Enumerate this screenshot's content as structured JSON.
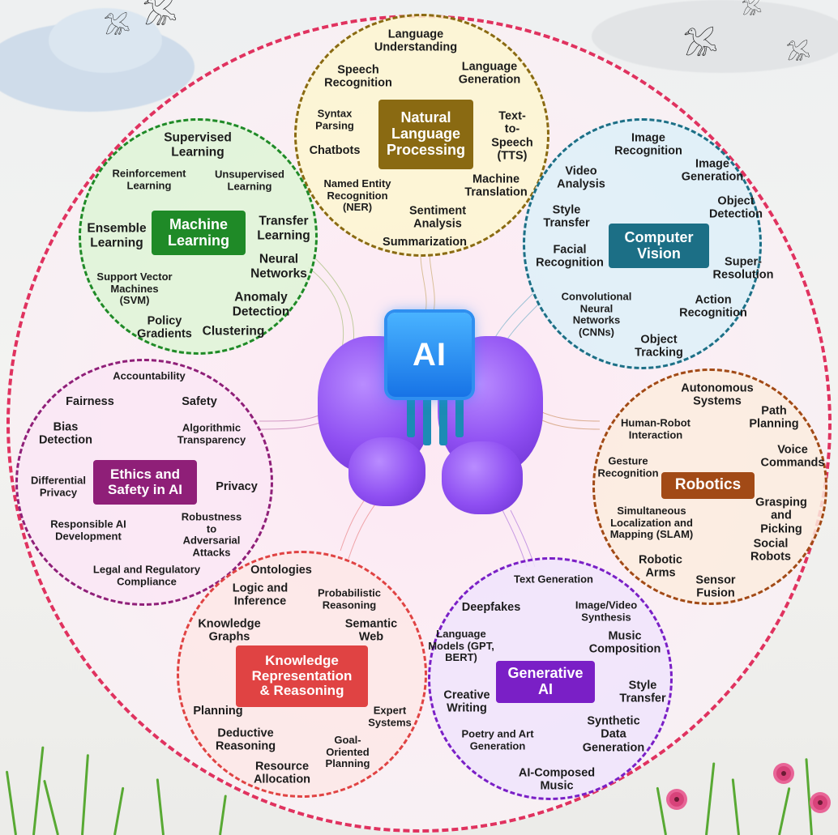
{
  "center": {
    "label": "AI"
  },
  "clusters": {
    "nlp": {
      "title": "Natural\nLanguage\nProcessing",
      "items": [
        "Language\nUnderstanding",
        "Speech\nRecognition",
        "Language\nGeneration",
        "Syntax\nParsing",
        "Text-to-\nSpeech\n(TTS)",
        "Chatbots",
        "Machine\nTranslation",
        "Named Entity\nRecognition\n(NER)",
        "Sentiment\nAnalysis",
        "Summarization"
      ]
    },
    "ml": {
      "title": "Machine\nLearning",
      "items": [
        "Supervised\nLearning",
        "Reinforcement\nLearning",
        "Unsupervised\nLearning",
        "Ensemble\nLearning",
        "Transfer\nLearning",
        "Neural\nNetworks",
        "Support Vector\nMachines\n(SVM)",
        "Anomaly\nDetection",
        "Policy\nGradients",
        "Clustering"
      ]
    },
    "cv": {
      "title": "Computer\nVision",
      "items": [
        "Image\nRecognition",
        "Video\nAnalysis",
        "Image\nGeneration",
        "Style\nTransfer",
        "Object\nDetection",
        "Facial\nRecognition",
        "Super-\nResolution",
        "Convolutional\nNeural\nNetworks\n(CNNs)",
        "Action\nRecognition",
        "Object\nTracking"
      ]
    },
    "ethics": {
      "title": "Ethics and\nSafety in AI",
      "items": [
        "Accountability",
        "Fairness",
        "Safety",
        "Bias\nDetection",
        "Algorithmic\nTransparency",
        "Differential\nPrivacy",
        "Privacy",
        "Responsible AI\nDevelopment",
        "Robustness to\nAdversarial\nAttacks",
        "Legal and Regulatory\nCompliance"
      ]
    },
    "robotics": {
      "title": "Robotics",
      "items": [
        "Autonomous\nSystems",
        "Human-Robot\nInteraction",
        "Path\nPlanning",
        "Voice\nCommands",
        "Gesture\nRecognition",
        "Simultaneous\nLocalization and\nMapping (SLAM)",
        "Grasping\nand Picking",
        "Social\nRobots",
        "Robotic\nArms",
        "Sensor\nFusion"
      ]
    },
    "kr": {
      "title": "Knowledge\nRepresentation\n& Reasoning",
      "items": [
        "Ontologies",
        "Logic and\nInference",
        "Probabilistic\nReasoning",
        "Knowledge\nGraphs",
        "Semantic\nWeb",
        "Planning",
        "Expert\nSystems",
        "Deductive\nReasoning",
        "Goal-\nOriented\nPlanning",
        "Resource\nAllocation"
      ]
    },
    "gen": {
      "title": "Generative\nAI",
      "items": [
        "Text Generation",
        "Deepfakes",
        "Image/Video\nSynthesis",
        "Language\nModels (GPT,\nBERT)",
        "Music\nComposition",
        "Creative\nWriting",
        "Style\nTransfer",
        "Poetry and Art\nGeneration",
        "Synthetic Data\nGeneration",
        "AI-Composed\nMusic"
      ]
    }
  },
  "colors": {
    "outer_ring": "#e0325f",
    "ml": "#1f8a27",
    "nlp": "#8a6a12",
    "cv": "#1c6f86",
    "ethics": "#8f1f78",
    "robotics": "#a24a16",
    "kr": "#e04343",
    "gen": "#7a1fc6"
  }
}
